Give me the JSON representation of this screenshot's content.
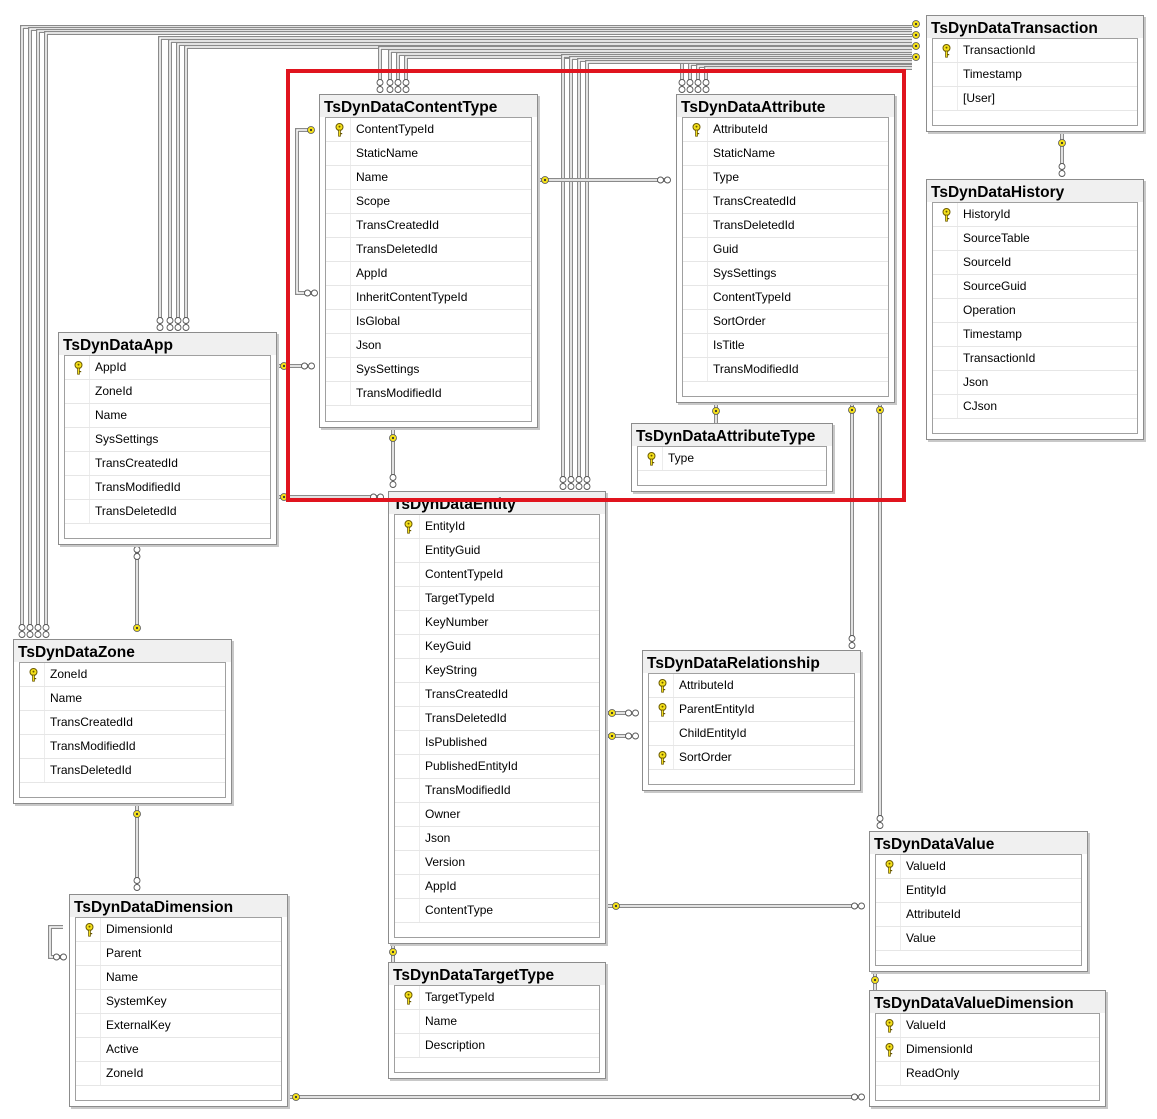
{
  "tables": [
    {
      "id": "transaction",
      "title": "TsDynDataTransaction",
      "columns": [
        {
          "name": "TransactionId",
          "pk": true
        },
        {
          "name": "Timestamp",
          "pk": false
        },
        {
          "name": "[User]",
          "pk": false
        }
      ]
    },
    {
      "id": "history",
      "title": "TsDynDataHistory",
      "columns": [
        {
          "name": "HistoryId",
          "pk": true
        },
        {
          "name": "SourceTable",
          "pk": false
        },
        {
          "name": "SourceId",
          "pk": false
        },
        {
          "name": "SourceGuid",
          "pk": false
        },
        {
          "name": "Operation",
          "pk": false
        },
        {
          "name": "Timestamp",
          "pk": false
        },
        {
          "name": "TransactionId",
          "pk": false
        },
        {
          "name": "Json",
          "pk": false
        },
        {
          "name": "CJson",
          "pk": false
        }
      ]
    },
    {
      "id": "contenttype",
      "title": "TsDynDataContentType",
      "columns": [
        {
          "name": "ContentTypeId",
          "pk": true
        },
        {
          "name": "StaticName",
          "pk": false
        },
        {
          "name": "Name",
          "pk": false
        },
        {
          "name": "Scope",
          "pk": false
        },
        {
          "name": "TransCreatedId",
          "pk": false
        },
        {
          "name": "TransDeletedId",
          "pk": false
        },
        {
          "name": "AppId",
          "pk": false
        },
        {
          "name": "InheritContentTypeId",
          "pk": false
        },
        {
          "name": "IsGlobal",
          "pk": false
        },
        {
          "name": "Json",
          "pk": false
        },
        {
          "name": "SysSettings",
          "pk": false
        },
        {
          "name": "TransModifiedId",
          "pk": false
        }
      ]
    },
    {
      "id": "attribute",
      "title": "TsDynDataAttribute",
      "columns": [
        {
          "name": "AttributeId",
          "pk": true
        },
        {
          "name": "StaticName",
          "pk": false
        },
        {
          "name": "Type",
          "pk": false
        },
        {
          "name": "TransCreatedId",
          "pk": false
        },
        {
          "name": "TransDeletedId",
          "pk": false
        },
        {
          "name": "Guid",
          "pk": false
        },
        {
          "name": "SysSettings",
          "pk": false
        },
        {
          "name": "ContentTypeId",
          "pk": false
        },
        {
          "name": "SortOrder",
          "pk": false
        },
        {
          "name": "IsTitle",
          "pk": false
        },
        {
          "name": "TransModifiedId",
          "pk": false
        }
      ]
    },
    {
      "id": "attributetype",
      "title": "TsDynDataAttributeType",
      "columns": [
        {
          "name": "Type",
          "pk": true
        }
      ]
    },
    {
      "id": "app",
      "title": "TsDynDataApp",
      "columns": [
        {
          "name": "AppId",
          "pk": true
        },
        {
          "name": "ZoneId",
          "pk": false
        },
        {
          "name": "Name",
          "pk": false
        },
        {
          "name": "SysSettings",
          "pk": false
        },
        {
          "name": "TransCreatedId",
          "pk": false
        },
        {
          "name": "TransModifiedId",
          "pk": false
        },
        {
          "name": "TransDeletedId",
          "pk": false
        }
      ]
    },
    {
      "id": "entity",
      "title": "TsDynDataEntity",
      "columns": [
        {
          "name": "EntityId",
          "pk": true
        },
        {
          "name": "EntityGuid",
          "pk": false
        },
        {
          "name": "ContentTypeId",
          "pk": false
        },
        {
          "name": "TargetTypeId",
          "pk": false
        },
        {
          "name": "KeyNumber",
          "pk": false
        },
        {
          "name": "KeyGuid",
          "pk": false
        },
        {
          "name": "KeyString",
          "pk": false
        },
        {
          "name": "TransCreatedId",
          "pk": false
        },
        {
          "name": "TransDeletedId",
          "pk": false
        },
        {
          "name": "IsPublished",
          "pk": false
        },
        {
          "name": "PublishedEntityId",
          "pk": false
        },
        {
          "name": "TransModifiedId",
          "pk": false
        },
        {
          "name": "Owner",
          "pk": false
        },
        {
          "name": "Json",
          "pk": false
        },
        {
          "name": "Version",
          "pk": false
        },
        {
          "name": "AppId",
          "pk": false
        },
        {
          "name": "ContentType",
          "pk": false
        }
      ]
    },
    {
      "id": "zone",
      "title": "TsDynDataZone",
      "columns": [
        {
          "name": "ZoneId",
          "pk": true
        },
        {
          "name": "Name",
          "pk": false
        },
        {
          "name": "TransCreatedId",
          "pk": false
        },
        {
          "name": "TransModifiedId",
          "pk": false
        },
        {
          "name": "TransDeletedId",
          "pk": false
        }
      ]
    },
    {
      "id": "relationship",
      "title": "TsDynDataRelationship",
      "columns": [
        {
          "name": "AttributeId",
          "pk": true
        },
        {
          "name": "ParentEntityId",
          "pk": true
        },
        {
          "name": "ChildEntityId",
          "pk": false
        },
        {
          "name": "SortOrder",
          "pk": true
        }
      ]
    },
    {
      "id": "value",
      "title": "TsDynDataValue",
      "columns": [
        {
          "name": "ValueId",
          "pk": true
        },
        {
          "name": "EntityId",
          "pk": false
        },
        {
          "name": "AttributeId",
          "pk": false
        },
        {
          "name": "Value",
          "pk": false
        }
      ]
    },
    {
      "id": "dimension",
      "title": "TsDynDataDimension",
      "columns": [
        {
          "name": "DimensionId",
          "pk": true
        },
        {
          "name": "Parent",
          "pk": false
        },
        {
          "name": "Name",
          "pk": false
        },
        {
          "name": "SystemKey",
          "pk": false
        },
        {
          "name": "ExternalKey",
          "pk": false
        },
        {
          "name": "Active",
          "pk": false
        },
        {
          "name": "ZoneId",
          "pk": false
        }
      ]
    },
    {
      "id": "targettype",
      "title": "TsDynDataTargetType",
      "columns": [
        {
          "name": "TargetTypeId",
          "pk": true
        },
        {
          "name": "Name",
          "pk": false
        },
        {
          "name": "Description",
          "pk": false
        }
      ]
    },
    {
      "id": "valuedimension",
      "title": "TsDynDataValueDimension",
      "columns": [
        {
          "name": "ValueId",
          "pk": true
        },
        {
          "name": "DimensionId",
          "pk": true
        },
        {
          "name": "ReadOnly",
          "pk": false
        }
      ]
    }
  ],
  "colors": {
    "key": "#f5e11a",
    "highlight": "#e0141e",
    "line": "#777777"
  }
}
